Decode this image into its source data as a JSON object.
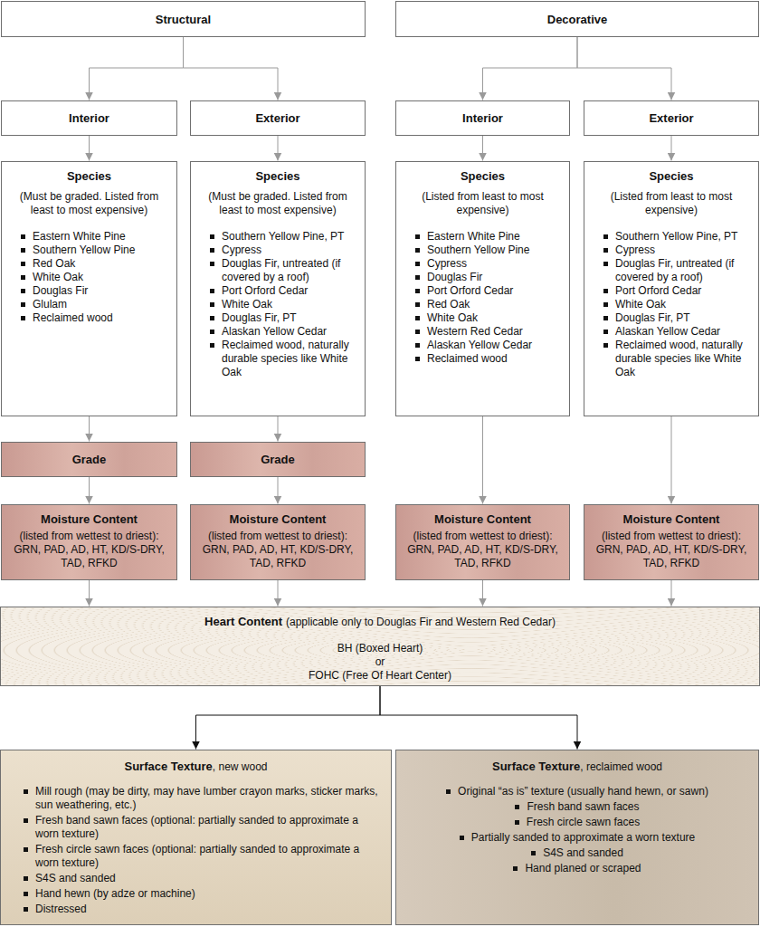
{
  "diagram": {
    "nodes": [
      {
        "text": [
          "Structural"
        ]
      },
      {
        "text": [
          "Decorative"
        ]
      },
      {
        "text": [
          "Interior"
        ]
      },
      {
        "text": [
          "Exterior"
        ]
      },
      {
        "text": [
          "Interior"
        ]
      },
      {
        "text": [
          "Exterior"
        ]
      },
      {
        "text": [
          "Species",
          "(Must be graded. Listed from least to most expensive)",
          "Eastern White Pine",
          "Southern Yellow Pine",
          "Red Oak",
          "White Oak",
          "Douglas Fir",
          "Glulam",
          "Reclaimed wood"
        ]
      },
      {
        "text": [
          "Species",
          "(Must be graded. Listed from least to most expensive)",
          "Southern Yellow Pine, PT",
          "Cypress",
          "Douglas Fir, untreated (if covered by a roof)",
          "Port Orford Cedar",
          "White Oak",
          "Douglas Fir, PT",
          "Alaskan Yellow Cedar",
          "Reclaimed wood, naturally durable species like White Oak"
        ]
      },
      {
        "text": [
          "Species",
          "(Listed from least to most expensive)",
          "Eastern White Pine",
          "Southern Yellow Pine",
          "Cypress",
          "Douglas Fir",
          "Port Orford Cedar",
          "Red Oak",
          "White Oak",
          "Western Red Cedar",
          "Alaskan Yellow Cedar",
          "Reclaimed wood"
        ]
      },
      {
        "text": [
          "Species",
          "(Listed from least to most expensive)",
          "Southern Yellow Pine, PT",
          "Cypress",
          "Douglas Fir, untreated (if covered by a roof)",
          "Port Orford Cedar",
          "White Oak",
          "Douglas Fir, PT",
          "Alaskan Yellow Cedar",
          "Reclaimed wood, naturally durable species like White Oak"
        ]
      },
      {
        "text": [
          "Grade"
        ]
      },
      {
        "text": [
          "Grade"
        ]
      },
      {
        "text": [
          "Moisture Content",
          "(listed from wettest to driest): GRN, PAD, AD, HT, KD/S-DRY, TAD, RFKD"
        ]
      },
      {
        "text": [
          "Moisture Content",
          "(listed from wettest to driest): GRN, PAD, AD, HT, KD/S-DRY, TAD, RFKD"
        ]
      },
      {
        "text": [
          "Moisture Content",
          "(listed from wettest to driest): GRN, PAD, AD, HT, KD/S-DRY, TAD, RFKD"
        ]
      },
      {
        "text": [
          "Moisture Content",
          "(listed from wettest to driest): GRN, PAD, AD, HT, KD/S-DRY, TAD, RFKD"
        ]
      },
      {
        "text": [
          "Heart Content",
          "(applicable only to Douglas Fir and Western Red Cedar)",
          "BH (Boxed Heart)",
          "or",
          "FOHC (Free Of Heart Center)"
        ]
      },
      {
        "text": [
          "Surface Texture",
          ", new wood",
          "Mill rough (may be dirty, may have lumber crayon marks, sticker marks, sun weathering, etc.)",
          "Fresh band sawn faces (optional: partially sanded to approximate a worn texture)",
          "Fresh circle sawn faces (optional: partially sanded to approximate a worn texture)",
          "S4S and sanded",
          "Hand hewn (by adze or machine)",
          "Distressed"
        ]
      },
      {
        "text": [
          "Surface Texture",
          ", reclaimed wood",
          "Original “as is” texture (usually hand hewn, or sawn)",
          "Fresh band sawn faces",
          "Fresh circle sawn faces",
          "Partially sanded to approximate a worn texture",
          "S4S and sanded",
          "Hand planed or scraped"
        ]
      }
    ],
    "edges": [
      {
        "from": 0,
        "to": 2,
        "arrow": "to"
      },
      {
        "from": 0,
        "to": 3,
        "arrow": "to"
      },
      {
        "from": 1,
        "to": 4,
        "arrow": "to"
      },
      {
        "from": 1,
        "to": 5,
        "arrow": "to"
      },
      {
        "from": 2,
        "to": 6,
        "arrow": "to"
      },
      {
        "from": 3,
        "to": 7,
        "arrow": "to"
      },
      {
        "from": 4,
        "to": 8,
        "arrow": "to"
      },
      {
        "from": 5,
        "to": 9,
        "arrow": "to"
      },
      {
        "from": 6,
        "to": 10,
        "arrow": "to"
      },
      {
        "from": 7,
        "to": 11,
        "arrow": "to"
      },
      {
        "from": 10,
        "to": 12,
        "arrow": "to"
      },
      {
        "from": 11,
        "to": 13,
        "arrow": "to"
      },
      {
        "from": 8,
        "to": 14,
        "arrow": "to"
      },
      {
        "from": 9,
        "to": 15,
        "arrow": "to"
      },
      {
        "from": 12,
        "to": 16,
        "arrow": "to"
      },
      {
        "from": 13,
        "to": 16,
        "arrow": "to"
      },
      {
        "from": 14,
        "to": 16,
        "arrow": "to"
      },
      {
        "from": 15,
        "to": 16,
        "arrow": "to"
      },
      {
        "from": 16,
        "to": 17,
        "arrow": "to"
      },
      {
        "from": 16,
        "to": 18,
        "arrow": "to"
      }
    ]
  }
}
